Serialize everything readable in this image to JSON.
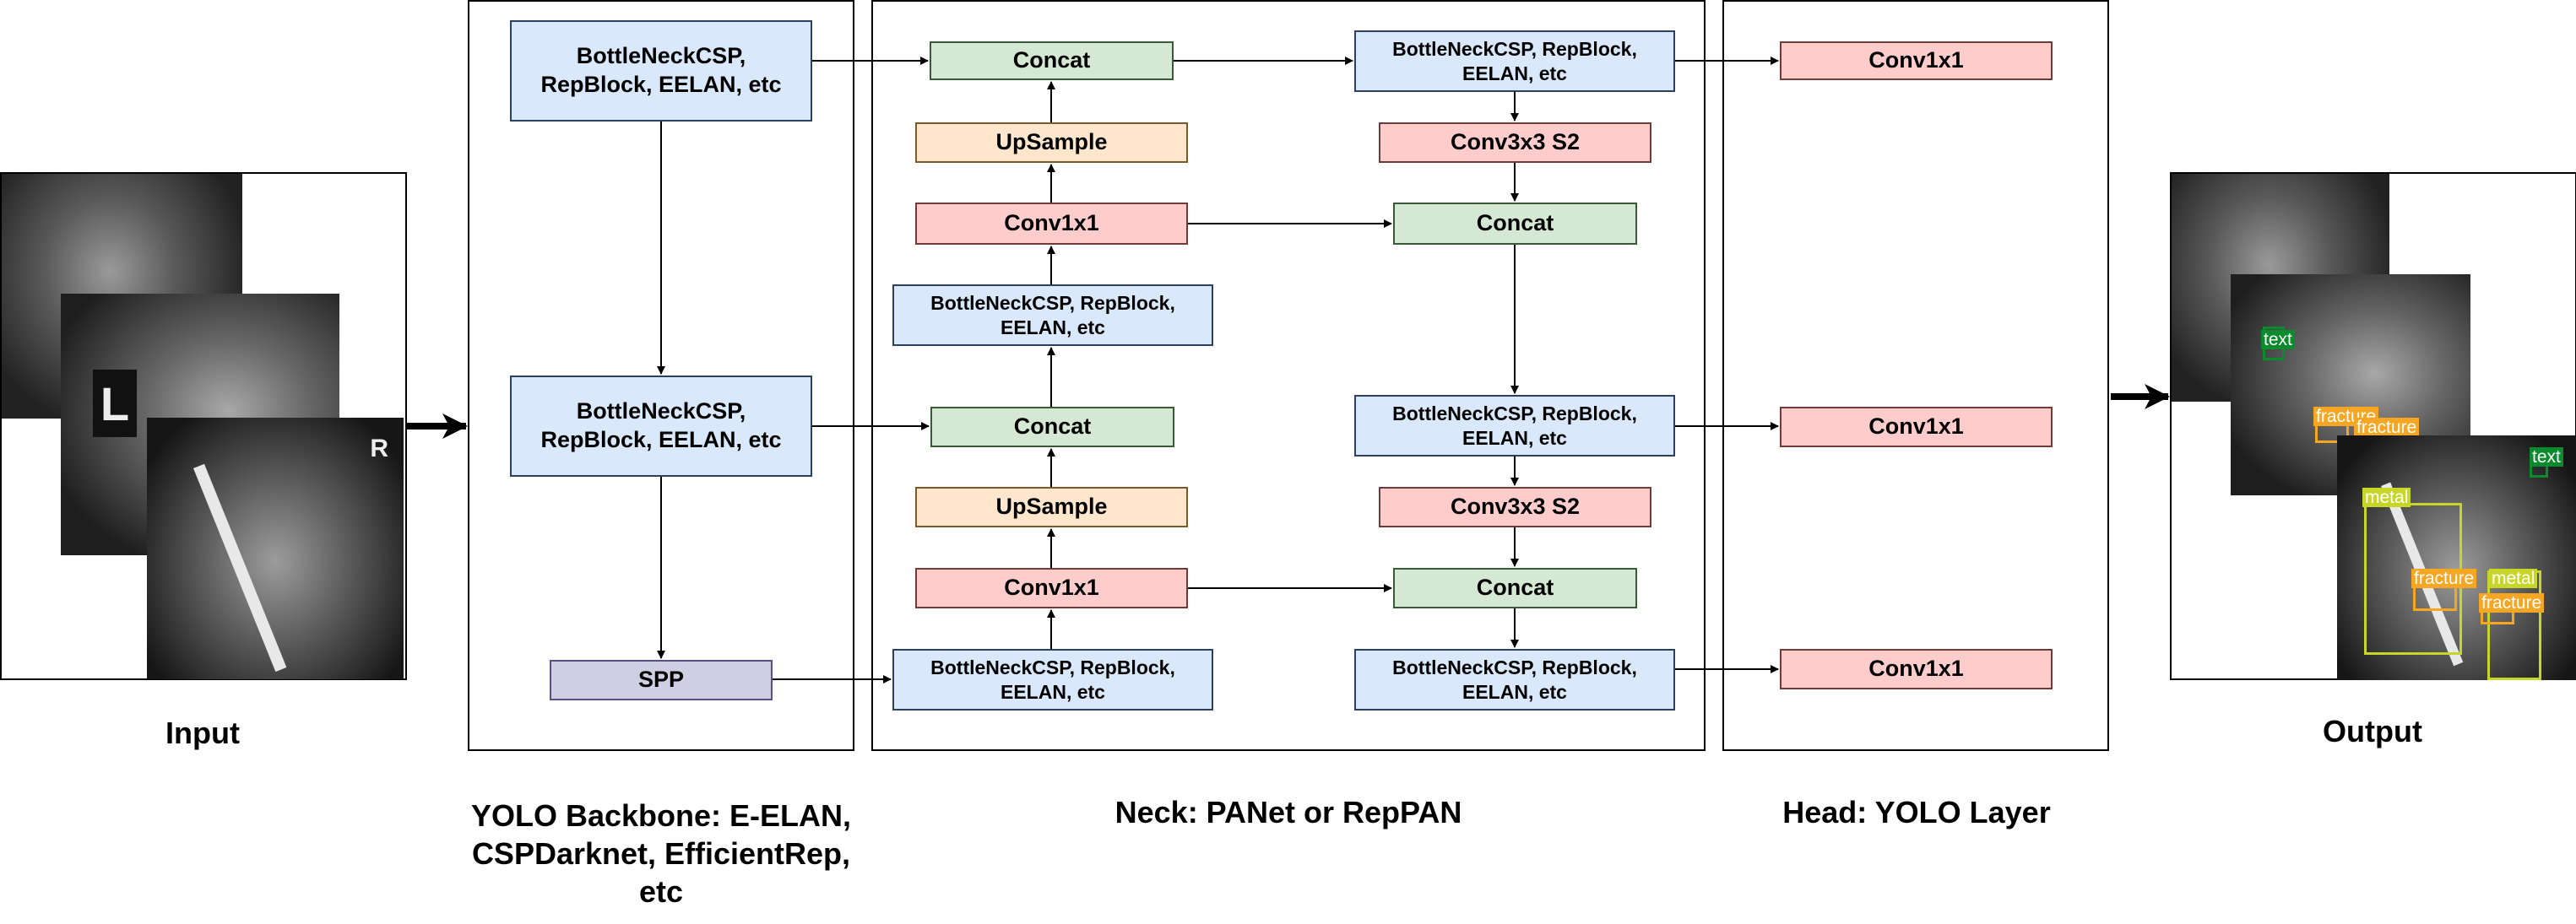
{
  "labels": {
    "input": "Input",
    "output": "Output",
    "backbone": "YOLO Backbone: E-ELAN, CSPDarknet, EfficientRep, etc",
    "neck": "Neck: PANet or RepPAN",
    "head": "Head: YOLO Layer"
  },
  "backbone": {
    "block_top": "BottleNeckCSP, RepBlock, EELAN, etc",
    "block_mid": "BottleNeckCSP, RepBlock, EELAN, etc",
    "spp": "SPP"
  },
  "neck": {
    "concat_top": "Concat",
    "upsample_top": "UpSample",
    "conv1x1_top": "Conv1x1",
    "bottleneck_upper": "BottleNeckCSP, RepBlock, EELAN, etc",
    "concat_mid": "Concat",
    "upsample_bottom": "UpSample",
    "conv1x1_bottom": "Conv1x1",
    "bottleneck_lower": "BottleNeckCSP, RepBlock, EELAN, etc",
    "out_bottleneck_top": "BottleNeckCSP, RepBlock, EELAN, etc",
    "conv3x3_top": "Conv3x3 S2",
    "out_concat_top": "Concat",
    "out_bottleneck_mid": "BottleNeckCSP, RepBlock, EELAN, etc",
    "conv3x3_bottom": "Conv3x3 S2",
    "out_concat_bottom": "Concat",
    "out_bottleneck_bottom": "BottleNeckCSP, RepBlock, EELAN, etc"
  },
  "head": {
    "conv_top": "Conv1x1",
    "conv_mid": "Conv1x1",
    "conv_bottom": "Conv1x1"
  },
  "input_images": {
    "marker_L": "L",
    "marker_R": "R"
  },
  "detections": {
    "text_1": "text",
    "fracture_1": "fracture",
    "fracture_2": "fracture",
    "text_2": "text",
    "metal_1": "metal",
    "fracture_3": "fracture",
    "metal_2": "metal",
    "fracture_4": "fracture"
  },
  "colors": {
    "blue_fill": "#dae8fc",
    "green_fill": "#d5e8d4",
    "orange_fill": "#ffe6cc",
    "red_fill": "#ffcccc",
    "purple_fill": "#d0cee2",
    "text_class": "#0c8a2e",
    "fracture_class": "#f5a623",
    "metal_class": "#c8d62a"
  }
}
